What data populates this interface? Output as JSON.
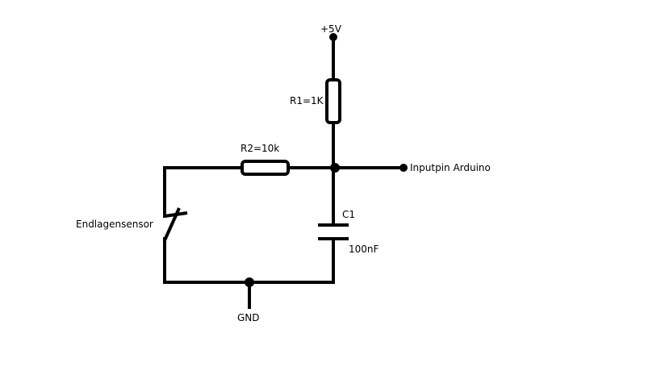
{
  "labels": {
    "supply": "+5V",
    "r1": "R1=1K",
    "r2": "R2=10k",
    "input_pin": "Inputpin Arduino",
    "cap_name": "C1",
    "cap_value": "100nF",
    "switch": "Endlagensensor",
    "ground": "GND"
  },
  "colors": {
    "line": "#000000",
    "background": "#ffffff"
  }
}
